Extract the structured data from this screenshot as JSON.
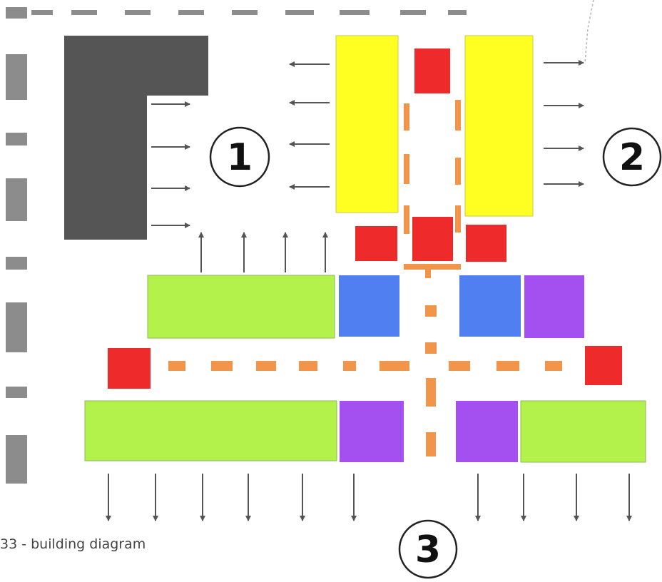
{
  "caption": "33 - building diagram",
  "zones": [
    {
      "id": "1",
      "label": "1"
    },
    {
      "id": "2",
      "label": "2"
    },
    {
      "id": "3",
      "label": "3"
    }
  ],
  "colors": {
    "existing_building": "#555555",
    "yellow_block": "#ffff22",
    "red_block": "#ee2a2a",
    "green_block": "#b2f24a",
    "blue_block": "#4f7ff0",
    "purple_block": "#a44ff0",
    "circulation_path": "#f0954a",
    "boundary": "#8c8c8c",
    "arrow": "#555555"
  }
}
